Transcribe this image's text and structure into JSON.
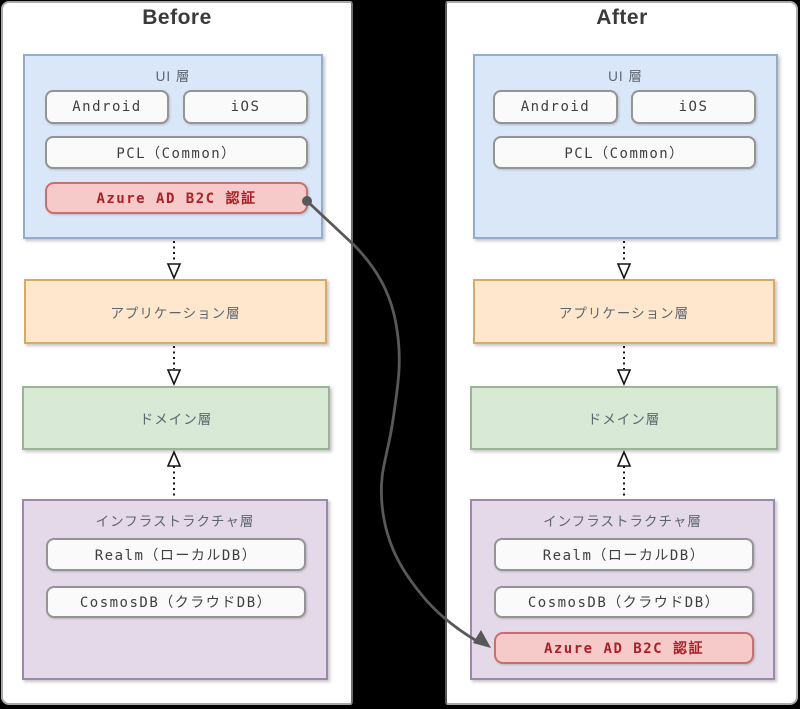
{
  "before": {
    "title": "Before",
    "ui_layer": {
      "label": "UI 層",
      "android": "Android",
      "ios": "iOS",
      "pcl": "PCL（Common）",
      "azure": "Azure AD B2C 認証"
    },
    "app_layer": "アプリケーション層",
    "domain_layer": "ドメイン層",
    "infra_layer": {
      "label": "インフラストラクチャ層",
      "realm": "Realm（ローカルDB）",
      "cosmos": "CosmosDB（クラウドDB）"
    }
  },
  "after": {
    "title": "After",
    "ui_layer": {
      "label": "UI 層",
      "android": "Android",
      "ios": "iOS",
      "pcl": "PCL（Common）"
    },
    "app_layer": "アプリケーション層",
    "domain_layer": "ドメイン層",
    "infra_layer": {
      "label": "インフラストラクチャ層",
      "realm": "Realm（ローカルDB）",
      "cosmos": "CosmosDB（クラウドDB）",
      "azure": "Azure AD B2C 認証"
    }
  },
  "colors": {
    "ui_fill": "#d9e7f8",
    "ui_border": "#93accb",
    "app_fill": "#ffe7cd",
    "app_border": "#d9a967",
    "domain_fill": "#d8e9d6",
    "domain_border": "#9cb496",
    "infra_fill": "#e4d9e9",
    "infra_border": "#9e88aa",
    "azure_fill": "#f7caca",
    "azure_border": "#c96f6f",
    "azure_text": "#ab2026",
    "item_fill": "#fbfafa",
    "item_border": "#949494",
    "move_arrow": "#595959",
    "flow_arrow": "#161616",
    "gutter": "#000000",
    "panel": "#ffffff"
  }
}
